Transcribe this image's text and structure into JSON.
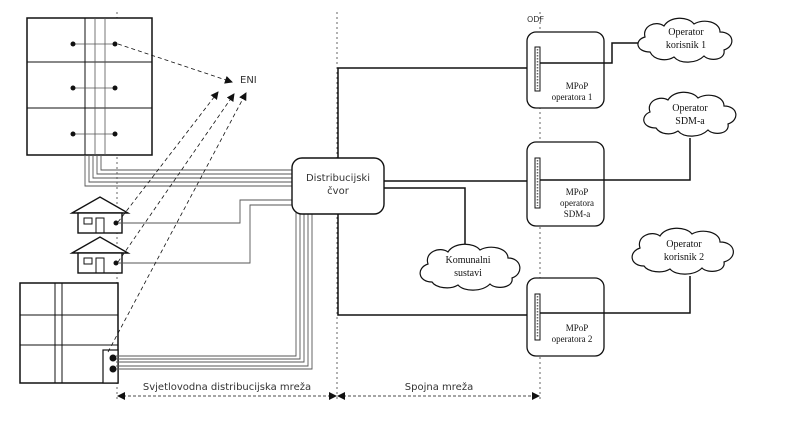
{
  "labels": {
    "eni": "ENI",
    "odf": "ODF",
    "dist_node_line1": "Distribucijski",
    "dist_node_line2": "čvor",
    "mpop1_line1": "MPoP",
    "mpop1_line2": "operatora 1",
    "mpop2_line1": "MPoP",
    "mpop2_line2": "operatora",
    "mpop2_line3": "SDM-a",
    "mpop3_line1": "MPoP",
    "mpop3_line2": "operatora 2",
    "cloud1_line1": "Operator",
    "cloud1_line2": "korisnik 1",
    "cloud2_line1": "Operator",
    "cloud2_line2": "SDM-a",
    "cloud3_line1": "Operator",
    "cloud3_line2": "korisnik 2",
    "cloud_kom_line1": "Komunalni",
    "cloud_kom_line2": "sustavi",
    "zone_left": "Svjetlovodna distribucijska mreža",
    "zone_right": "Spojna mreža"
  },
  "colors": {
    "stroke": "#111111",
    "fiber": "#555555",
    "light": "#888888"
  }
}
